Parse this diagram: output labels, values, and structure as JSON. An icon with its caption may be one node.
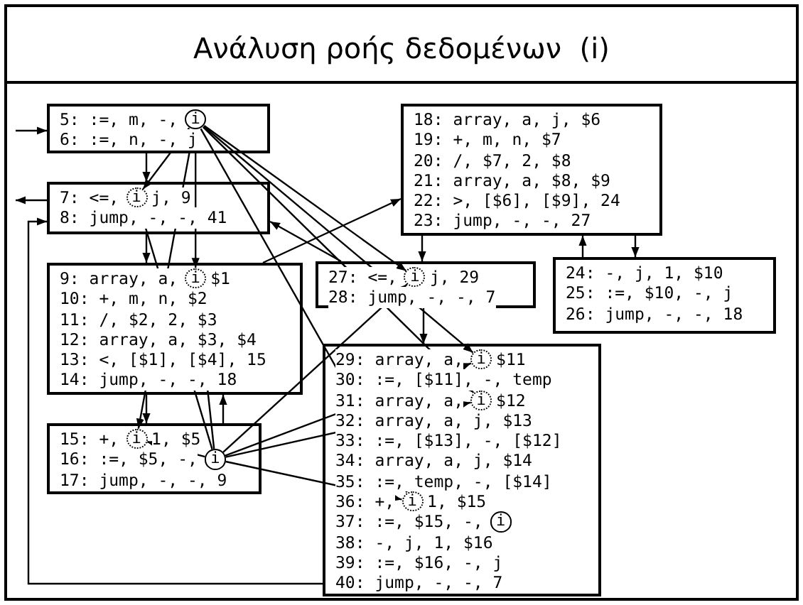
{
  "diagram": {
    "title": "Ανάλυση ροής δεδομένων  (i)",
    "nodes": [
      {
        "text": [
          "5: :=, m, -,",
          "6: :=, n, -, j"
        ]
      },
      {
        "text": [
          "i"
        ],
        "in": 0
      },
      {
        "text": [
          "7: <=,",
          "j, 9",
          "8: jump, -, -, 41"
        ]
      },
      {
        "text": [
          "i"
        ],
        "in": 2
      },
      {
        "text": [
          "9: array, a,",
          "$1",
          "10: +, m, n, $2",
          "11: /, $2, 2, $3",
          "12: array, a, $3, $4",
          "13: <, [$1], [$4], 15",
          "14: jump, -, -, 18"
        ]
      },
      {
        "text": [
          "i"
        ],
        "in": 4
      },
      {
        "text": [
          "15: +,",
          "1, $5",
          "16: :=, $5, -,",
          "17: jump, -, -, 9"
        ]
      },
      {
        "text": [
          "i"
        ],
        "in": 6
      },
      {
        "text": [
          "i"
        ],
        "in": 6
      },
      {
        "text": [
          "18: array, a, j, $6",
          "19: +, m, n, $7",
          "20: /, $7, 2, $8",
          "21: array, a, $8, $9",
          "22: >, [$6], [$9], 24",
          "23: jump, -, -, 27"
        ]
      },
      {
        "text": [
          "24: -, j, 1, $10",
          "25: :=, $10, -, j",
          "26: jump, -, -, 18"
        ]
      },
      {
        "text": [
          "27: <=,",
          "j, 29",
          "28: jump, -, -, 7"
        ]
      },
      {
        "text": [
          "i"
        ],
        "in": 11
      },
      {
        "text": [
          "29: array, a,",
          "$11",
          "30: :=, [$11], -, temp",
          "31: array, a,",
          "$12",
          "32: array, a, j, $13",
          "33: :=, [$13], -, [$12]",
          "34: array, a, j, $14",
          "35: :=, temp, -, [$14]",
          "36: +,",
          "1, $15",
          "37: :=, $15, -,",
          "38: -, j, 1, $16",
          "39: :=, $16, -, j",
          "40: jump, -, -, 7"
        ]
      },
      {
        "text": [
          "i"
        ],
        "in": 13
      },
      {
        "text": [
          "i"
        ],
        "in": 13
      },
      {
        "text": [
          "i"
        ],
        "in": 13
      },
      {
        "text": [
          "i"
        ],
        "in": 13
      }
    ],
    "edges": [
      {
        "from": null,
        "to": 0,
        "arrow": "to"
      },
      {
        "from": 0,
        "to": 2,
        "arrow": "to"
      },
      {
        "from": 2,
        "to": null,
        "arrow": "to"
      },
      {
        "from": 2,
        "to": 4,
        "arrow": "to"
      },
      {
        "from": 4,
        "to": 6,
        "arrow": "to"
      },
      {
        "from": 4,
        "to": 9,
        "arrow": "to"
      },
      {
        "from": 6,
        "to": 4,
        "arrow": "to"
      },
      {
        "from": 9,
        "to": 11,
        "arrow": "to"
      },
      {
        "from": 9,
        "to": 10,
        "arrow": "to"
      },
      {
        "from": 10,
        "to": 9,
        "arrow": "to"
      },
      {
        "from": 11,
        "to": 13,
        "arrow": "to"
      },
      {
        "from": 11,
        "to": 2,
        "arrow": "to"
      },
      {
        "from": 13,
        "to": 2,
        "arrow": "to"
      },
      {
        "from": 1,
        "to": 3,
        "arrow": "to"
      },
      {
        "from": 1,
        "to": 5,
        "arrow": "to"
      },
      {
        "from": 1,
        "to": 7,
        "arrow": "to"
      },
      {
        "from": 1,
        "to": 12,
        "arrow": "to"
      },
      {
        "from": 1,
        "to": 14,
        "arrow": "to"
      },
      {
        "from": 1,
        "to": 15,
        "arrow": "to"
      },
      {
        "from": 1,
        "to": 16,
        "arrow": "to"
      },
      {
        "from": 8,
        "to": 3,
        "arrow": "to"
      },
      {
        "from": 8,
        "to": 5,
        "arrow": "to"
      },
      {
        "from": 8,
        "to": 7,
        "arrow": "to"
      },
      {
        "from": 8,
        "to": 12,
        "arrow": "to"
      },
      {
        "from": 8,
        "to": 14,
        "arrow": "to"
      },
      {
        "from": 8,
        "to": 15,
        "arrow": "to"
      },
      {
        "from": 8,
        "to": 16,
        "arrow": "to"
      }
    ]
  }
}
